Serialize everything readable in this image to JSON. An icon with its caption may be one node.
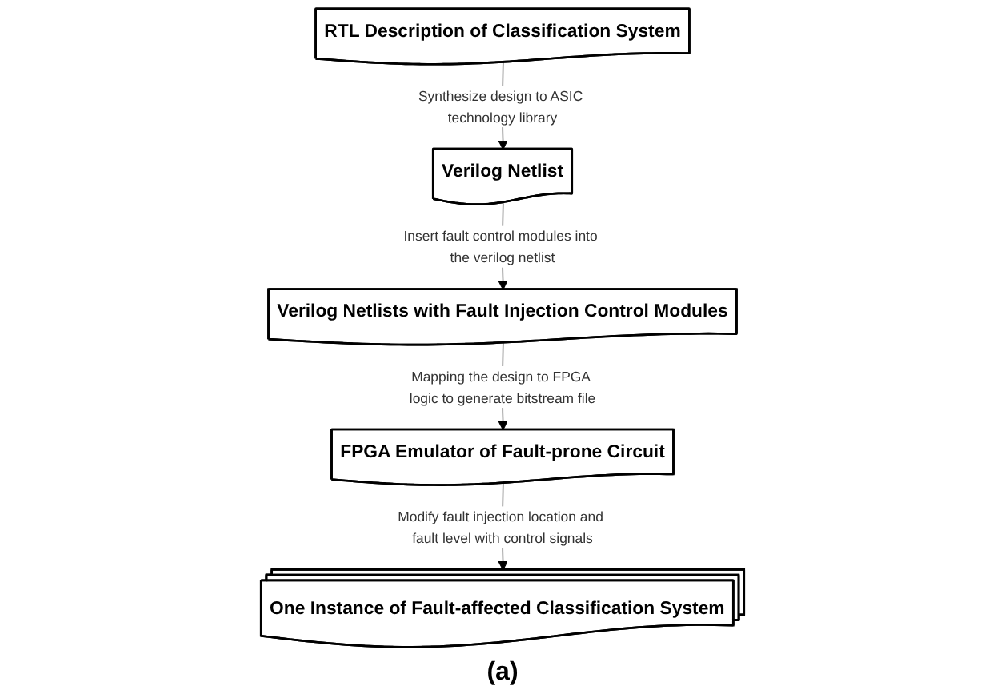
{
  "diagram": {
    "caption": "(a)",
    "nodes": [
      {
        "text": [
          "RTL Description of Classification System"
        ]
      },
      {
        "text": [
          "Verilog Netlist"
        ]
      },
      {
        "text": [
          "Verilog Netlists with Fault Injection Control Modules"
        ]
      },
      {
        "text": [
          "FPGA Emulator of Fault-prone Circuit"
        ]
      },
      {
        "text": [
          "One Instance of Fault-affected Classification System"
        ]
      }
    ],
    "edges": [
      {
        "from": 0,
        "to": 1,
        "arrow": "to",
        "label": "Synthesize design to ASIC technology library"
      },
      {
        "from": 1,
        "to": 2,
        "arrow": "to",
        "label": "Insert fault control modules into the verilog netlist"
      },
      {
        "from": 2,
        "to": 3,
        "arrow": "to",
        "label": "Mapping the design to FPGA logic to generate bitstream file"
      },
      {
        "from": 3,
        "to": 4,
        "arrow": "to",
        "label": "Modify fault injection location and fault level with control signals"
      }
    ]
  }
}
